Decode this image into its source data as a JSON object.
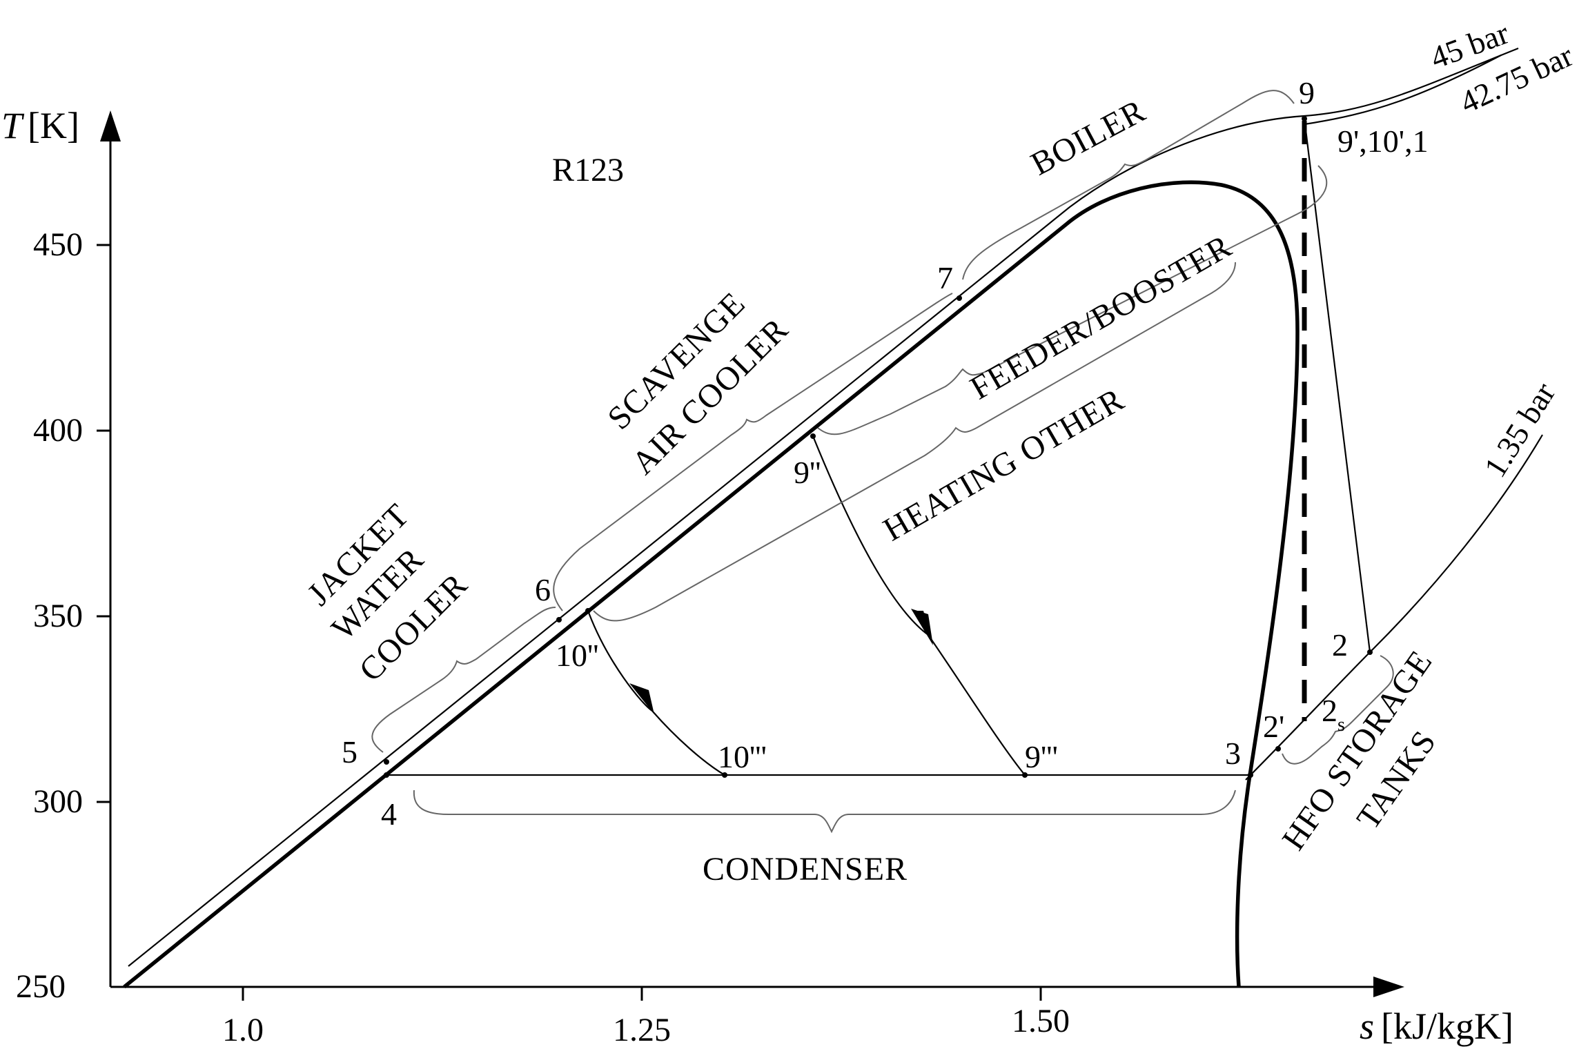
{
  "diagram": {
    "fluid": "R123",
    "axes": {
      "y_label_italic": "T",
      "y_label_unit": "[K]",
      "x_label_italic": "s",
      "x_label_unit": "[kJ/kgK]",
      "y_ticks": [
        "250",
        "300",
        "350",
        "400",
        "450"
      ],
      "x_ticks": [
        "1.0",
        "1.25",
        "1.50"
      ]
    },
    "isobars": {
      "high": "45 bar",
      "mid": "42.75 bar",
      "low": "1.35 bar"
    },
    "points": {
      "p9": "9",
      "p9p_10p_1": "9',10',1",
      "p7": "7",
      "p6": "6",
      "p5": "5",
      "p4": "4",
      "p3": "3",
      "p2": "2",
      "p2p": "2'",
      "p2s_main": "2",
      "p2s_sub": "s",
      "p9pp": "9''",
      "p10pp": "10''",
      "p10ppp": "10'''",
      "p9ppp": "9'''"
    },
    "regions": {
      "boiler": "BOILER",
      "feeder": "FEEDER/BOOSTER",
      "heating": "HEATING OTHER",
      "scavenge_1": "SCAVENGE",
      "scavenge_2": "AIR COOLER",
      "jacket_1": "JACKET",
      "jacket_2": "WATER",
      "jacket_3": "COOLER",
      "condenser": "CONDENSER",
      "hfo_1": "HFO STORAGE",
      "hfo_2": "TANKS"
    }
  }
}
